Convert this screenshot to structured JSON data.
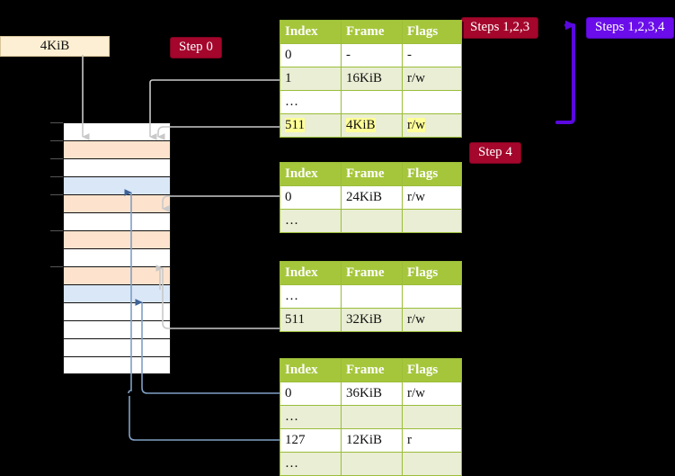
{
  "diagram": {
    "title_labels": {
      "kib_box": "4KiB",
      "step0": "Step 0",
      "step4": "Step 4",
      "steps123": "Steps 1,2,3",
      "steps1234": "Steps 1,2,3,4"
    },
    "colors": {
      "badge_red": "#a4062c",
      "badge_blue": "#6a0dea",
      "table_header": "#a5c63b",
      "table_alt_row": "#e9eed4",
      "highlight": "#ffff99",
      "mem_orange": "#fde3cd",
      "mem_blue": "#dae7f7",
      "kib_box": "#fcefd3",
      "connector_gray": "#c8c8c8",
      "connector_blue": "#7f9fc4",
      "arrow_purple": "#5a08e0"
    },
    "tables": [
      {
        "id": "pml4",
        "headers": [
          "Index",
          "Frame",
          "Flags"
        ],
        "rows": [
          {
            "cells": [
              "0",
              "-",
              "-"
            ],
            "alt": false,
            "highlight": false
          },
          {
            "cells": [
              "1",
              "16KiB",
              "r/w"
            ],
            "alt": true,
            "highlight": false
          },
          {
            "cells": [
              "…",
              "",
              ""
            ],
            "alt": false,
            "highlight": false
          },
          {
            "cells": [
              "511",
              "4KiB",
              "r/w"
            ],
            "alt": true,
            "highlight": true
          }
        ]
      },
      {
        "id": "pdpt",
        "headers": [
          "Index",
          "Frame",
          "Flags"
        ],
        "rows": [
          {
            "cells": [
              "0",
              "24KiB",
              "r/w"
            ],
            "alt": false,
            "highlight": false
          },
          {
            "cells": [
              "…",
              "",
              ""
            ],
            "alt": true,
            "highlight": false
          }
        ]
      },
      {
        "id": "pd",
        "headers": [
          "Index",
          "Frame",
          "Flags"
        ],
        "rows": [
          {
            "cells": [
              "…",
              "",
              ""
            ],
            "alt": false,
            "highlight": false
          },
          {
            "cells": [
              "511",
              "32KiB",
              "r/w"
            ],
            "alt": true,
            "highlight": false
          }
        ]
      },
      {
        "id": "pt",
        "headers": [
          "Index",
          "Frame",
          "Flags"
        ],
        "rows": [
          {
            "cells": [
              "0",
              "36KiB",
              "r/w"
            ],
            "alt": false,
            "highlight": false
          },
          {
            "cells": [
              "…",
              "",
              ""
            ],
            "alt": true,
            "highlight": false
          },
          {
            "cells": [
              "127",
              "12KiB",
              "r"
            ],
            "alt": false,
            "highlight": false
          },
          {
            "cells": [
              "…",
              "",
              ""
            ],
            "alt": true,
            "highlight": false
          }
        ]
      }
    ],
    "memory_rows": [
      {
        "fill": "white"
      },
      {
        "fill": "orange"
      },
      {
        "fill": "white"
      },
      {
        "fill": "blue"
      },
      {
        "fill": "orange"
      },
      {
        "fill": "white"
      },
      {
        "fill": "orange"
      },
      {
        "fill": "white"
      },
      {
        "fill": "orange"
      },
      {
        "fill": "blue"
      },
      {
        "fill": "white"
      },
      {
        "fill": "white"
      },
      {
        "fill": "white"
      },
      {
        "fill": "white"
      }
    ]
  }
}
